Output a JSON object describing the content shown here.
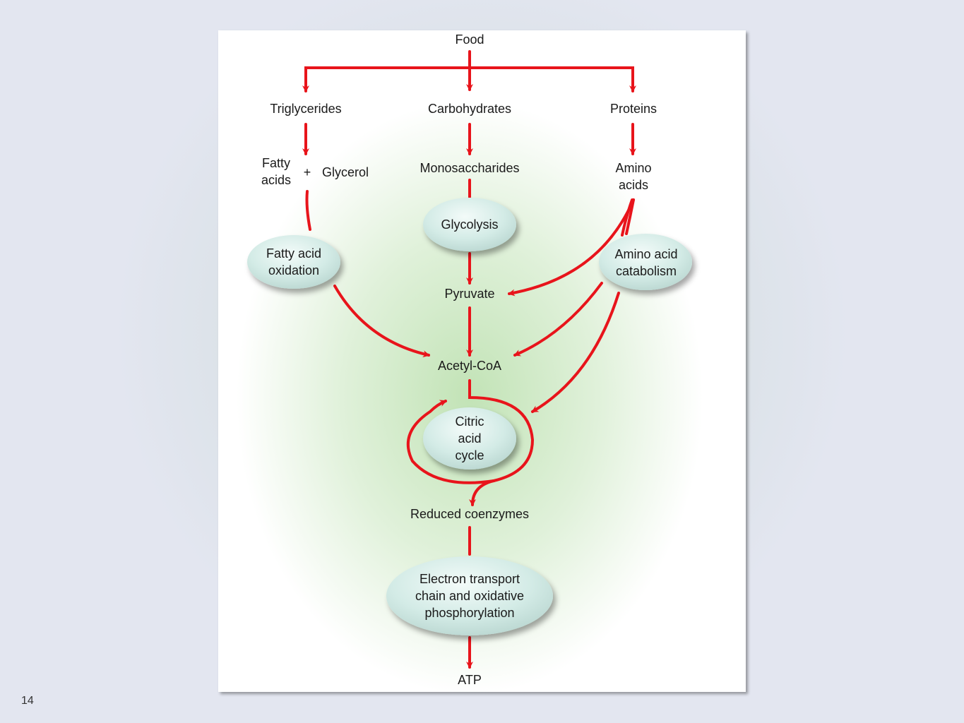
{
  "slide_number": "14",
  "colors": {
    "arrow": "#e8141b",
    "ellipse_fill": "#d6ece8",
    "ellipse_shadow": "#9aa8a6"
  },
  "labels": {
    "food": "Food",
    "triglycerides": "Triglycerides",
    "carbohydrates": "Carbohydrates",
    "proteins": "Proteins",
    "fatty_acids": "Fatty acids",
    "plus": "+",
    "glycerol": "Glycerol",
    "monosaccharides": "Monosaccharides",
    "amino_acids": "Amino acids",
    "pyruvate": "Pyruvate",
    "acetyl_coa": "Acetyl-CoA",
    "reduced_coenzymes": "Reduced coenzymes",
    "atp": "ATP"
  },
  "processes": {
    "glycolysis": "Glycolysis",
    "fatty_acid_oxidation": "Fatty acid oxidation",
    "amino_acid_catabolism": "Amino acid catabolism",
    "citric_acid_cycle": "Citric acid cycle",
    "electron_transport": "Electron transport chain and oxidative phosphorylation"
  }
}
